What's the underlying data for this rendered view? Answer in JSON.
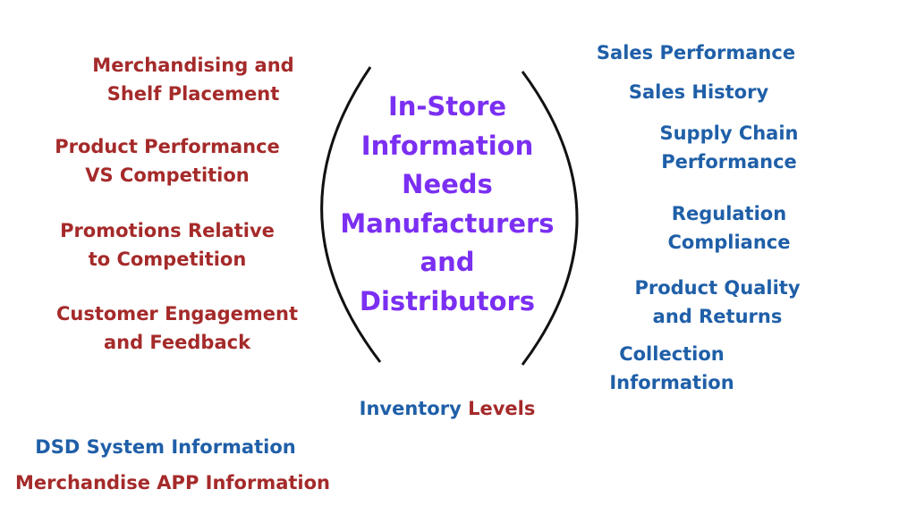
{
  "center": {
    "lines": [
      "In-Store",
      "Information",
      "Needs",
      "Manufacturers",
      "and",
      "Distributors"
    ],
    "color": "#7b2ff2"
  },
  "left_items": [
    {
      "line1": "Merchandising  and",
      "line2": "Shelf Placement"
    },
    {
      "line1": "Product Performance",
      "line2": "VS Competition"
    },
    {
      "line1": "Promotions  Relative",
      "line2": "to Competition"
    },
    {
      "line1": "Customer Engagement",
      "line2": "and Feedback"
    }
  ],
  "right_items": [
    {
      "line1": "Sales Performance"
    },
    {
      "line1": "Sales History"
    },
    {
      "line1": "Supply Chain",
      "line2": "Performance"
    },
    {
      "line1": "Regulation",
      "line2": "Compliance"
    },
    {
      "line1": "Product Quality",
      "line2": "and Returns"
    },
    {
      "line1": "Collection",
      "line2": "Information"
    }
  ],
  "bottom": {
    "inventory_part1": "Inventory ",
    "inventory_part2": "Levels",
    "dsd": "DSD System Information",
    "merch_app": "Merchandise APP Information"
  },
  "colors": {
    "red": "#a52a2a",
    "blue": "#1f5fa8",
    "purple": "#7b2ff2"
  }
}
